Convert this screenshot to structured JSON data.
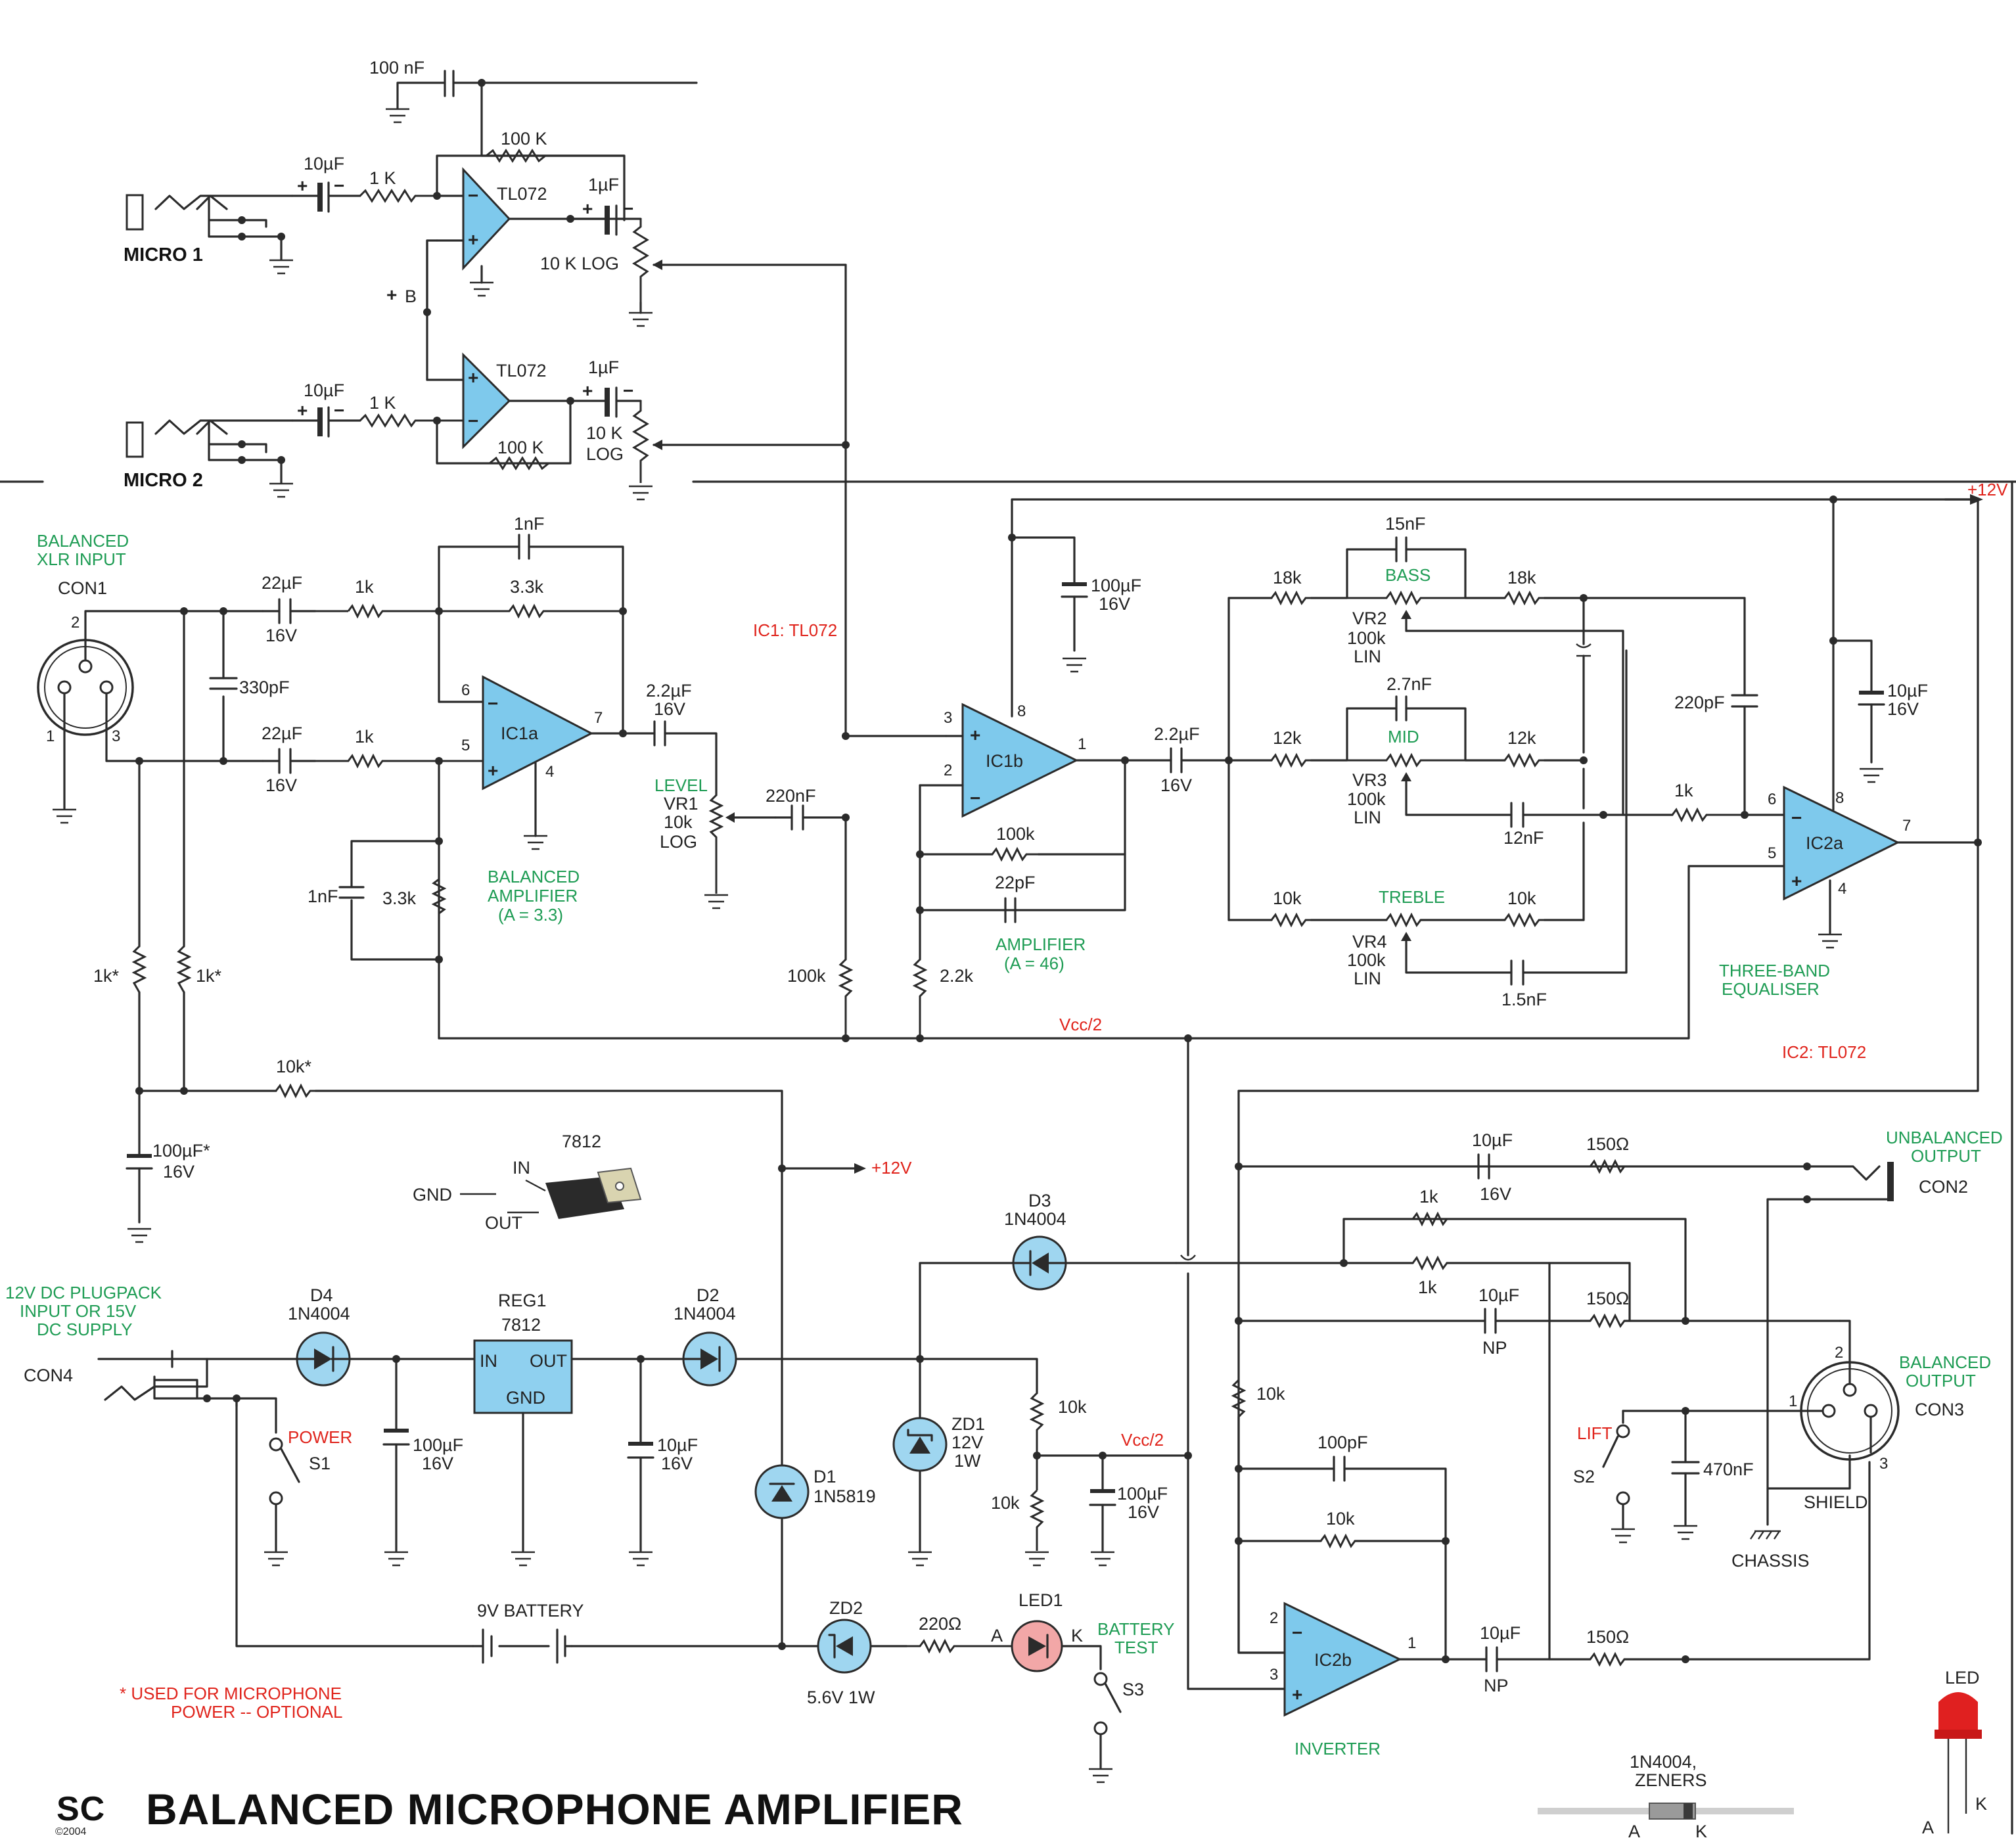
{
  "title": "BALANCED MICROPHONE AMPLIFIER",
  "logo": {
    "text": "SC",
    "sub": "©2004"
  },
  "colors": {
    "ic_fill": "#7ec9ec",
    "green_labels": "#1e9c54",
    "red_labels": "#e0241c",
    "led_fill": "#f2a7a7",
    "wire": "#2b2b2b"
  },
  "mic_preamp": {
    "micro1": "MICRO 1",
    "micro2": "MICRO 2",
    "c_in1": "10µF",
    "r_in1": "1 K",
    "c_out1": "1µF",
    "r_fb1": "100 K",
    "ic1": "TL072",
    "pot1": "10 K LOG",
    "c_top": "100 nF",
    "supply": "B",
    "c_in2": "10µF",
    "r_in2": "1 K",
    "c_out2": "1µF",
    "r_fb2": "100 K",
    "ic2": "TL072",
    "pot2_a": "10 K",
    "pot2_b": "LOG"
  },
  "input_stage": {
    "xlr_title_1": "BALANCED",
    "xlr_title_2": "XLR INPUT",
    "con1": "CON1",
    "pin1": "1",
    "pin2": "2",
    "pin3": "3",
    "c1": "22µF",
    "c1v": "16V",
    "c2": "22µF",
    "c2v": "16V",
    "c330": "330pF",
    "r1k_a": "1k",
    "r1k_b": "1k",
    "c_fb": "1nF",
    "r_fb": "3.3k",
    "c_gnd": "1nF",
    "r_gnd": "3.3k",
    "ic1a": "IC1a",
    "p6": "6",
    "p5": "5",
    "p7": "7",
    "p4": "4",
    "amp_1": "BALANCED",
    "amp_2": "AMPLIFIER",
    "amp_3": "(A = 3.3)",
    "r1k_star_1": "1k*",
    "r1k_star_2": "1k*",
    "r10k_star": "10k*",
    "c100_star": "100µF*",
    "c100_star_v": "16V",
    "ic1_label": "IC1: TL072",
    "c22": "2.2µF",
    "c22v": "16V",
    "level_1": "LEVEL",
    "vr1": "VR1",
    "vr1_v": "10k",
    "vr1_t": "LOG",
    "c220": "220nF",
    "r100k": "100k"
  },
  "amplifier": {
    "ic1b": "IC1b",
    "p3": "3",
    "p2": "2",
    "p8": "8",
    "p1": "1",
    "c100": "100µF",
    "c100v": "16V",
    "r_fb": "100k",
    "c_fb": "22pF",
    "r22": "2.2k",
    "amp_1": "AMPLIFIER",
    "amp_2": "(A = 46)",
    "c_out": "2.2µF",
    "c_outv": "16V",
    "vcc2": "Vcc/2"
  },
  "equaliser": {
    "bass": "BASS",
    "mid": "MID",
    "treble": "TREBLE",
    "c15": "15nF",
    "c27": "2.7nF",
    "c12": "12nF",
    "c15b": "1.5nF",
    "r18a": "18k",
    "r18b": "18k",
    "r12a": "12k",
    "r12b": "12k",
    "r10a": "10k",
    "r10b": "10k",
    "vr2": "VR2",
    "vr2_v": "100k",
    "vr2_t": "LIN",
    "vr3": "VR3",
    "vr3_v": "100k",
    "vr3_t": "LIN",
    "vr4": "VR4",
    "vr4_v": "100k",
    "vr4_t": "LIN",
    "c220p": "220pF",
    "r1k": "1k",
    "c10": "10µF",
    "c10v": "16V",
    "ic2a": "IC2a",
    "p6": "6",
    "p5": "5",
    "p8": "8",
    "p7": "7",
    "p4": "4",
    "eq_1": "THREE-BAND",
    "eq_2": "EQUALISER",
    "ic2_label": "IC2: TL072",
    "v12": "+12V"
  },
  "power": {
    "plug_1": "12V DC PLUGPACK",
    "plug_2": "INPUT OR 15V",
    "plug_3": "DC SUPPLY",
    "con4": "CON4",
    "d4": "D4",
    "d4_t": "1N4004",
    "reg": "REG1",
    "reg_t": "7812",
    "reg_in": "IN",
    "reg_out": "OUT",
    "reg_gnd": "GND",
    "d2": "D2",
    "d2_t": "1N4004",
    "power": "POWER",
    "s1": "S1",
    "c100": "100µF",
    "c100v": "16V",
    "c10": "10µF",
    "c10v": "16V",
    "d1": "D1",
    "d1_t": "1N5819",
    "zd1": "ZD1",
    "zd1_v": "12V",
    "zd1_w": "1W",
    "d3": "D3",
    "d3_t": "1N4004",
    "r10a": "10k",
    "r10b": "10k",
    "vcc2": "Vcc/2",
    "c100b": "100µF",
    "c100bv": "16V",
    "v12": "+12V",
    "bat": "9V BATTERY",
    "zd2": "ZD2",
    "zd2_t": "5.6V 1W",
    "r220": "220Ω",
    "led1": "LED1",
    "led_a": "A",
    "led_k": "K",
    "bt_1": "BATTERY",
    "bt_2": "TEST",
    "s3": "S3",
    "note_1": "* USED FOR MICROPHONE",
    "note_2": "POWER -- OPTIONAL",
    "pkg_name": "7812",
    "pkg_in": "IN",
    "pkg_gnd": "GND",
    "pkg_out": "OUT"
  },
  "output": {
    "unb_1": "UNBALANCED",
    "unb_2": "OUTPUT",
    "con2": "CON2",
    "c10a": "10µF",
    "c10av": "16V",
    "r150a": "150Ω",
    "r1ka": "1k",
    "r1kb": "1k",
    "c10b": "10µF",
    "c10bv": "NP",
    "r150b": "150Ω",
    "r10k": "10k",
    "c100p": "100pF",
    "r10kfb": "10k",
    "ic2b": "IC2b",
    "p2": "2",
    "p3": "3",
    "p1": "1",
    "inv": "INVERTER",
    "c10c": "10µF",
    "c10cv": "NP",
    "r150c": "150Ω",
    "bal_1": "BALANCED",
    "bal_2": "OUTPUT",
    "con3": "CON3",
    "pin1": "1",
    "pin2": "2",
    "pin3": "3",
    "lift": "LIFT",
    "s2": "S2",
    "c470": "470nF",
    "shield": "SHIELD",
    "chassis": "CHASSIS"
  },
  "legend": {
    "diode_1": "1N4004,",
    "diode_2": "ZENERS",
    "diode_a": "A",
    "diode_k": "K",
    "led": "LED",
    "led_a": "A",
    "led_k": "K"
  }
}
